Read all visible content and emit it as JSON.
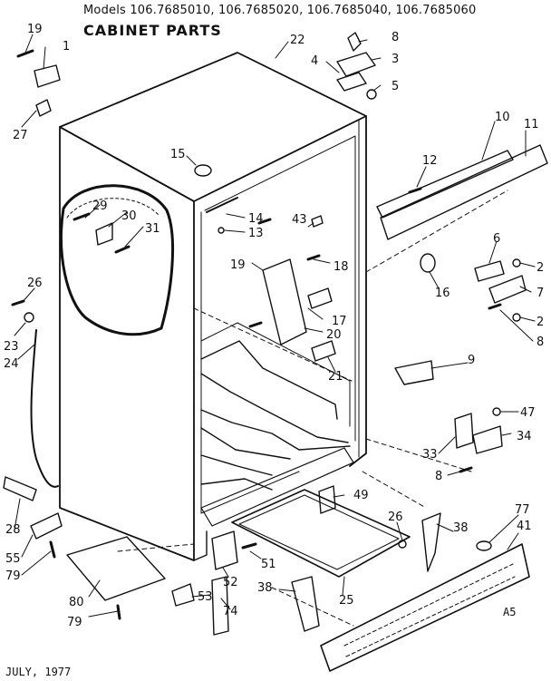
{
  "header": {
    "models": "Models 106.7685010, 106.7685020, 106.7685040, 106.7685060",
    "title": "CABINET PARTS"
  },
  "footer": {
    "date": "JULY, 1977",
    "code": "A5"
  },
  "callouts": [
    "1",
    "2",
    "2",
    "3",
    "4",
    "5",
    "6",
    "7",
    "8",
    "8",
    "8",
    "9",
    "10",
    "11",
    "12",
    "13",
    "14",
    "15",
    "16",
    "17",
    "18",
    "19",
    "19",
    "20",
    "21",
    "22",
    "23",
    "24",
    "25",
    "26",
    "26",
    "27",
    "28",
    "29",
    "30",
    "31",
    "33",
    "34",
    "38",
    "38",
    "41",
    "43",
    "47",
    "49",
    "51",
    "52",
    "53",
    "55",
    "74",
    "77",
    "79",
    "79",
    "80"
  ],
  "colors": {
    "ink": "#111111",
    "paper": "#ffffff"
  }
}
